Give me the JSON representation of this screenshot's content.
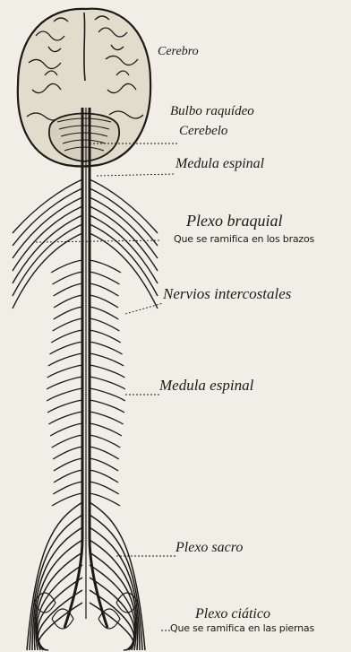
{
  "labels": {
    "cerebro": "Cerebro",
    "bulbo": "Bulbo raquídeo",
    "cerebelo": "Cerebelo",
    "medula_1": "Medula espinal",
    "plexo_braquial": "Plexo braquial",
    "plexo_braquial_note": "Que se ramifica en los brazos",
    "nervios": "Nervios intercostales",
    "medula_2": "Medula espinal",
    "plexo_sacro": "Plexo sacro",
    "plexo_ciatico": "Plexo ciático",
    "plexo_ciatico_note": "Que se ramifica en las piernas"
  },
  "colors": {
    "paper": "#f1eee6",
    "ink": "#1b1a18"
  },
  "figure": {
    "brain_icon": "brain-icon",
    "spinal_cord_icon": "spinal-cord-icon"
  }
}
